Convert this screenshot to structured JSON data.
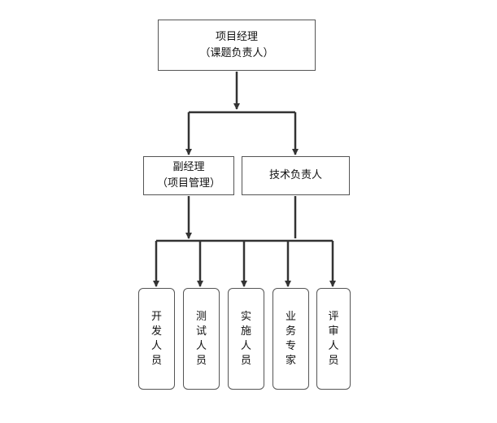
{
  "diagram": {
    "root": {
      "line1": "项目经理",
      "line2": "（课题负责人）"
    },
    "deputy": {
      "line1": "副经理",
      "line2": "（项目管理）"
    },
    "tech": {
      "label": "技术负责人"
    },
    "leaves": [
      {
        "label": "开发人员"
      },
      {
        "label": "测试人员"
      },
      {
        "label": "实施人员"
      },
      {
        "label": "业务专家"
      },
      {
        "label": "评审人员"
      }
    ]
  },
  "colors": {
    "line": "#333333",
    "border": "#555555",
    "background": "#ffffff"
  }
}
